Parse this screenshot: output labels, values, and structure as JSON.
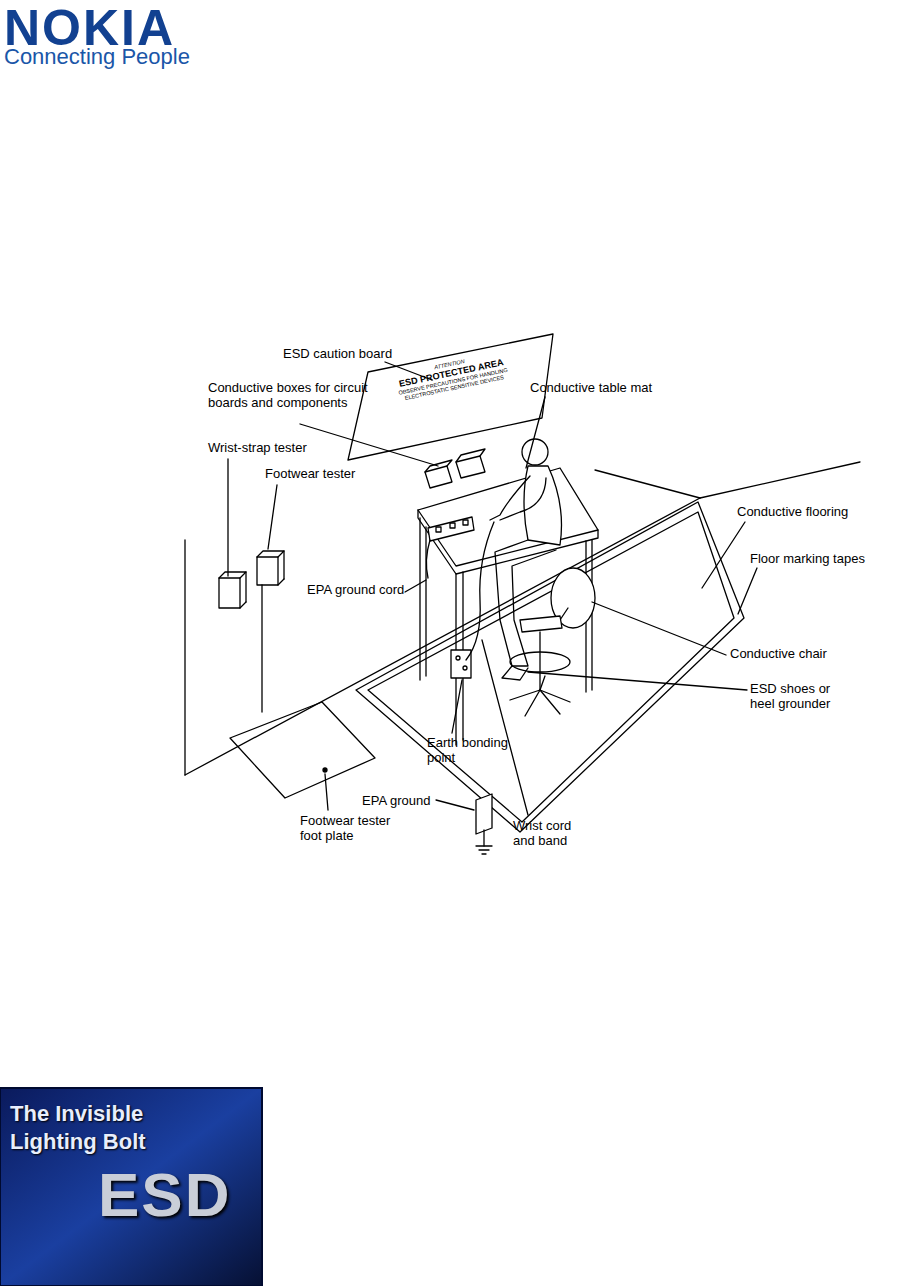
{
  "diagram": {
    "nodes": [
      {
        "text": [
          "ATTENTION",
          "ESD PROTECTED AREA",
          "OBSERVE PRECAUTIONS FOR HANDLING ELECTROSTATIC SENSITIVE DEVICES"
        ]
      },
      {
        "text": [
          "The Invisible Lighting Bolt",
          "ESD"
        ]
      }
    ],
    "labels": [
      "NOKIA",
      "Connecting People",
      "ESD caution board",
      "Conductive boxes for circuit boards and components",
      "Conductive table mat",
      "Wrist-strap tester",
      "Footwear tester",
      "EPA ground cord",
      "Conductive flooring",
      "Floor marking tapes",
      "Conductive chair",
      "ESD shoes or heel grounder",
      "Earth bonding point",
      "EPA ground",
      "Wrist cord and band",
      "Footwear tester foot plate"
    ]
  }
}
